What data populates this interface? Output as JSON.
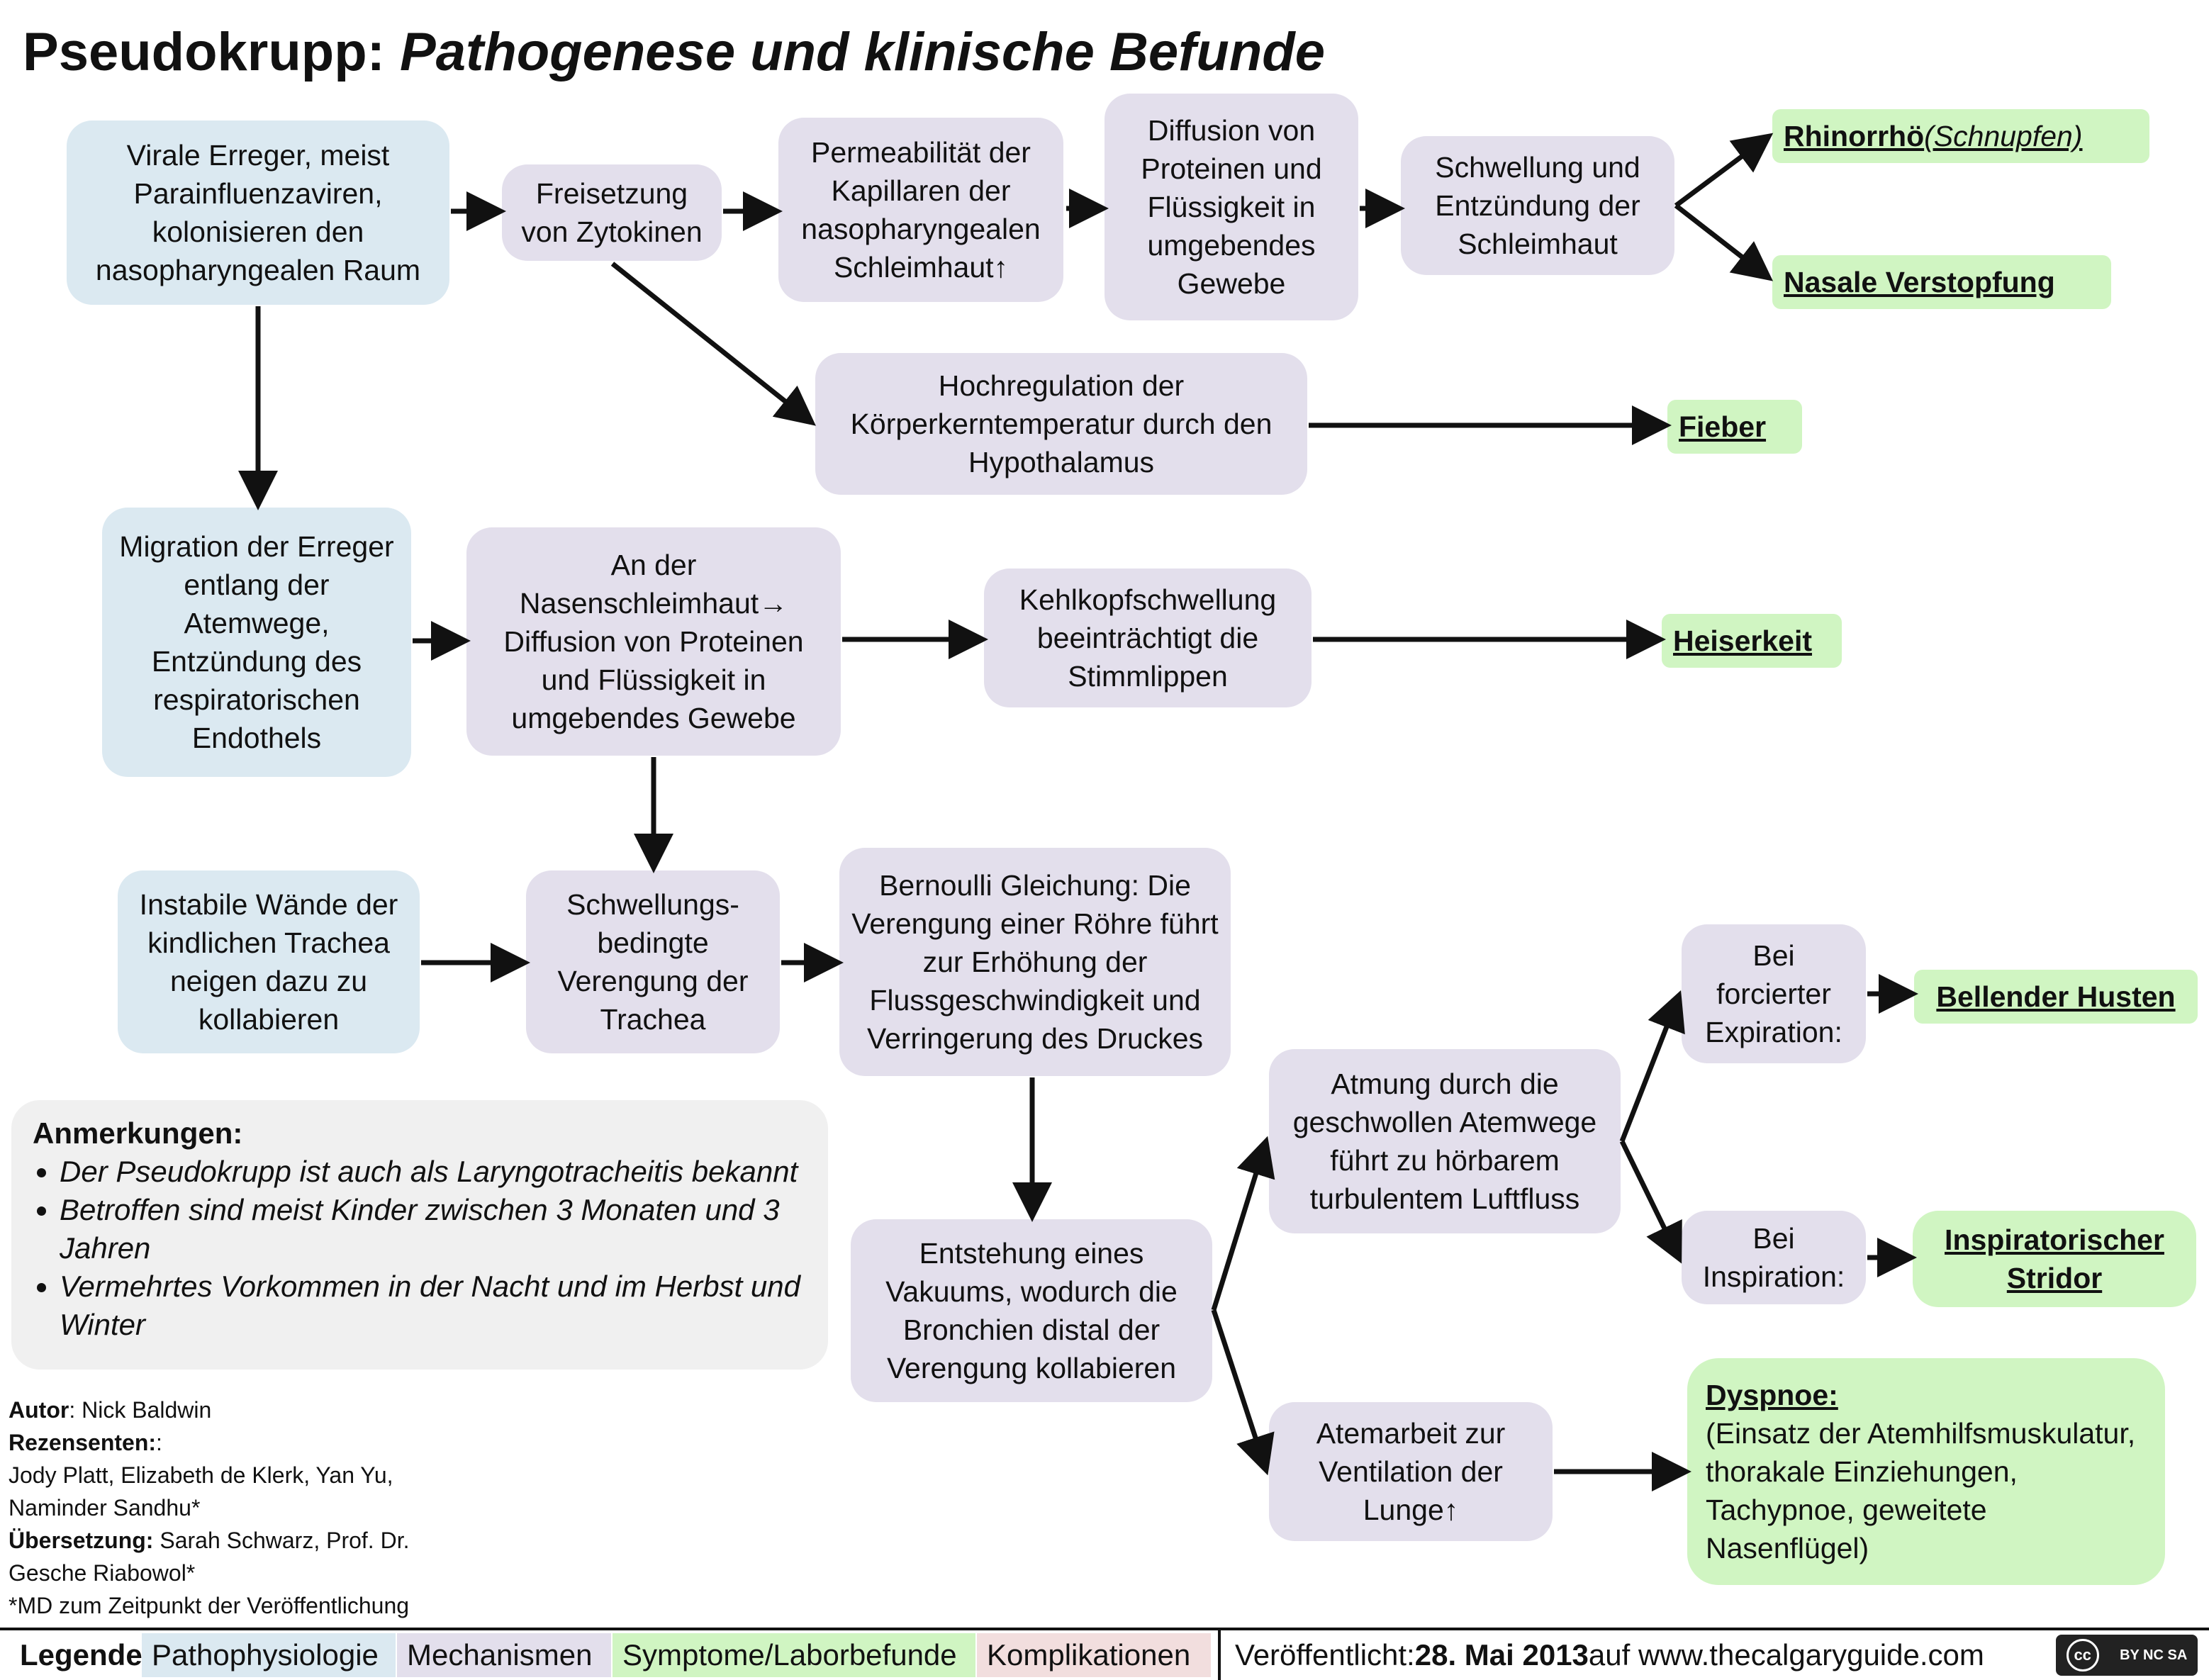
{
  "title": {
    "main": "Pseudokrupp:",
    "sub": "Pathogenese und klinische Befunde"
  },
  "nodes": {
    "viral": "Virale Erreger, meist Parainfluenzaviren, kolonisieren den nasopharyngealen Raum",
    "cytokine": "Freisetzung von Zytokinen",
    "permeab": "Permeabilität der Kapillaren der nasopharyngealen Schleimhaut↑",
    "diffusion": "Diffusion von Proteinen und Flüssigkeit in umgebendes Gewebe",
    "schwellung": "Schwellung und Entzündung der Schleimhaut",
    "rhinorrhoe": "Rhinorrhö ",
    "rhinorrhoe_sub": "(Schnupfen)",
    "verstopfung": "Nasale Verstopfung",
    "hypothal": "Hochregulation der Körperkerntemperatur durch den Hypothalamus",
    "fieber": "Fieber",
    "migration": "Migration der Erreger entlang der Atemwege, Entzündung des respiratorischen Endothels",
    "nasen": "An der Nasenschleimhaut→ Diffusion von Proteinen und Flüssigkeit in umgebendes Gewebe",
    "kehlkopf": "Kehlkopfschwellung beeinträchtigt die Stimmlippen",
    "heiserkeit": "Heiserkeit",
    "instabile": "Instabile Wände der kindlichen Trachea neigen dazu zu kollabieren",
    "verengung": "Schwellungs-bedingte Verengung der Trachea",
    "bernoulli": "Bernoulli Gleichung: Die Verengung einer Röhre führt zur Erhöhung der Flussgeschwindigkeit und Verringerung des Druckes",
    "vakuum": "Entstehung eines Vakuums, wodurch die Bronchien distal der Verengung kollabieren",
    "atmung": "Atmung durch die geschwollen Atemwege führt zu hörbarem turbulentem Luftfluss",
    "forciert": "Bei forcierter Expiration:",
    "inspiration": "Bei Inspiration:",
    "husten": "Bellender Husten",
    "stridor": "Inspiratorischer Stridor",
    "atemarbeit": "Atemarbeit zur Ventilation der Lunge↑",
    "dyspnoe_h": "Dyspnoe:",
    "dyspnoe_t": "(Einsatz der Atemhilfsmuskulatur, thorakale Einziehungen, Tachypnoe, geweitete Nasenflügel)"
  },
  "notes": {
    "heading": "Anmerkungen:",
    "items": [
      "Der Pseudokrupp ist auch als Laryngotracheitis bekannt",
      "Betroffen sind meist Kinder zwischen 3 Monaten und 3 Jahren",
      "Vermehrtes Vorkommen in der Nacht und im Herbst und Winter"
    ]
  },
  "credits": {
    "author_label": "Autor",
    "author": ": Nick Baldwin",
    "reviewers_label": "Rezensenten:",
    "reviewers_colon": ":",
    "reviewers": "Jody Platt, Elizabeth de Klerk,  Yan Yu, Naminder Sandhu*",
    "translation_label": "Übersetzung:",
    "translation": " Sarah Schwarz, Prof. Dr. Gesche Riabowol*",
    "footnote": "*MD zum Zeitpunkt der Veröffentlichung"
  },
  "legend": {
    "label": "Legende:",
    "patho": "Pathophysiologie",
    "mech": "Mechanismen",
    "sym": "Symptome/Laborbefunde",
    "komp": "Komplikationen",
    "published_prefix": "Veröffentlicht: ",
    "published_date": "28. Mai 2013",
    "published_suffix": " auf www.thecalgaryguide.com",
    "license": "BY NC SA"
  },
  "colors": {
    "patho": "#dbe9f1",
    "mech": "#e3dfec",
    "sym": "#d0f5c2",
    "komp": "#f2dede",
    "notes": "#f0f0f0"
  }
}
